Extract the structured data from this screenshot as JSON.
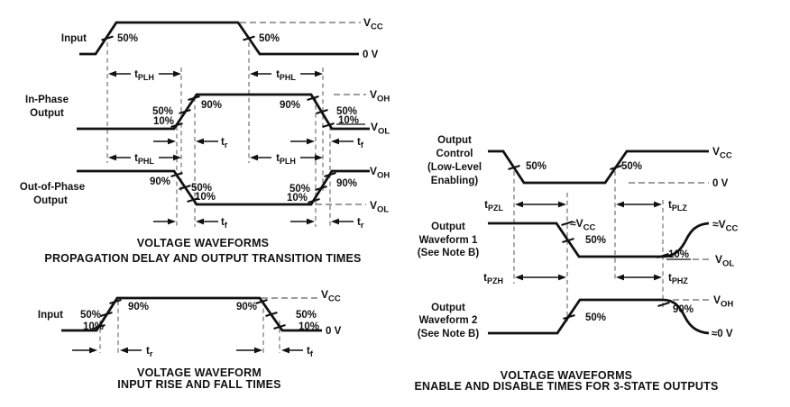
{
  "colors": {
    "line": "#111111",
    "dash": "#7d7d7d",
    "background": "#ffffff"
  },
  "common": {
    "approx": "≈",
    "pct50": "50%",
    "pct10": "10%",
    "pct90": "90%",
    "t": "t",
    "V": "V",
    "sub_cc": "CC",
    "sub_oh": "OH",
    "sub_ol": "OL",
    "sub_plh": "PLH",
    "sub_phl": "PHL",
    "sub_r": "r",
    "sub_f": "f",
    "sub_pzl": "PZL",
    "sub_plz": "PLZ",
    "sub_pzh": "PZH",
    "sub_phz": "PHZ",
    "zero_v": "0 V",
    "approx_zero_v": "≈0 V"
  },
  "prop_delay": {
    "input_label": "Input",
    "inphase_line1": "In-Phase",
    "inphase_line2": "Output",
    "outphase_line1": "Out-of-Phase",
    "outphase_line2": "Output",
    "caption_line1": "VOLTAGE WAVEFORMS",
    "caption_line2": "PROPAGATION DELAY AND OUTPUT TRANSITION TIMES"
  },
  "rise_fall": {
    "input_label": "Input",
    "caption_line1": "VOLTAGE WAVEFORM",
    "caption_line2": "INPUT RISE AND FALL TIMES"
  },
  "enable_disable": {
    "control_line1": "Output",
    "control_line2": "Control",
    "control_line3": "(Low-Level",
    "control_line4": "Enabling)",
    "w1_line1": "Output",
    "w1_line2": "Waveform 1",
    "w1_line3": "(See Note B)",
    "w2_line1": "Output",
    "w2_line2": "Waveform 2",
    "w2_line3": "(See Note B)",
    "caption_line1": "VOLTAGE WAVEFORMS",
    "caption_line2": "ENABLE AND DISABLE TIMES FOR 3-STATE OUTPUTS"
  }
}
